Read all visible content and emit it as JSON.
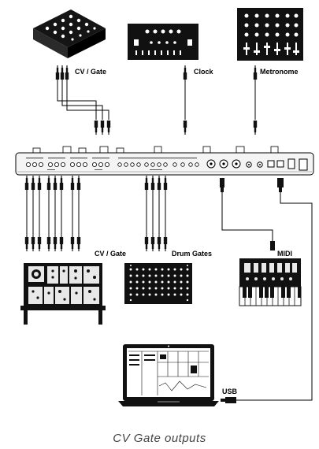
{
  "labels": {
    "cv_gate_top": "CV / Gate",
    "clock": "Clock",
    "metronome": "Metronome",
    "cv_gate_bottom": "CV / Gate",
    "drum_gates": "Drum Gates",
    "midi": "MIDI",
    "usb": "USB"
  },
  "caption": "CV Gate outputs",
  "colors": {
    "line": "#000000",
    "device_dark": "#111111",
    "panel_light": "#e8e8e8"
  },
  "icons": [
    "modular-case-icon",
    "clock-module-icon",
    "metronome-module-icon",
    "sequencer-hub-icon",
    "eurorack-rack-icon",
    "drum-gate-module-icon",
    "midi-synth-icon",
    "laptop-icon",
    "jack-plug-icon"
  ]
}
